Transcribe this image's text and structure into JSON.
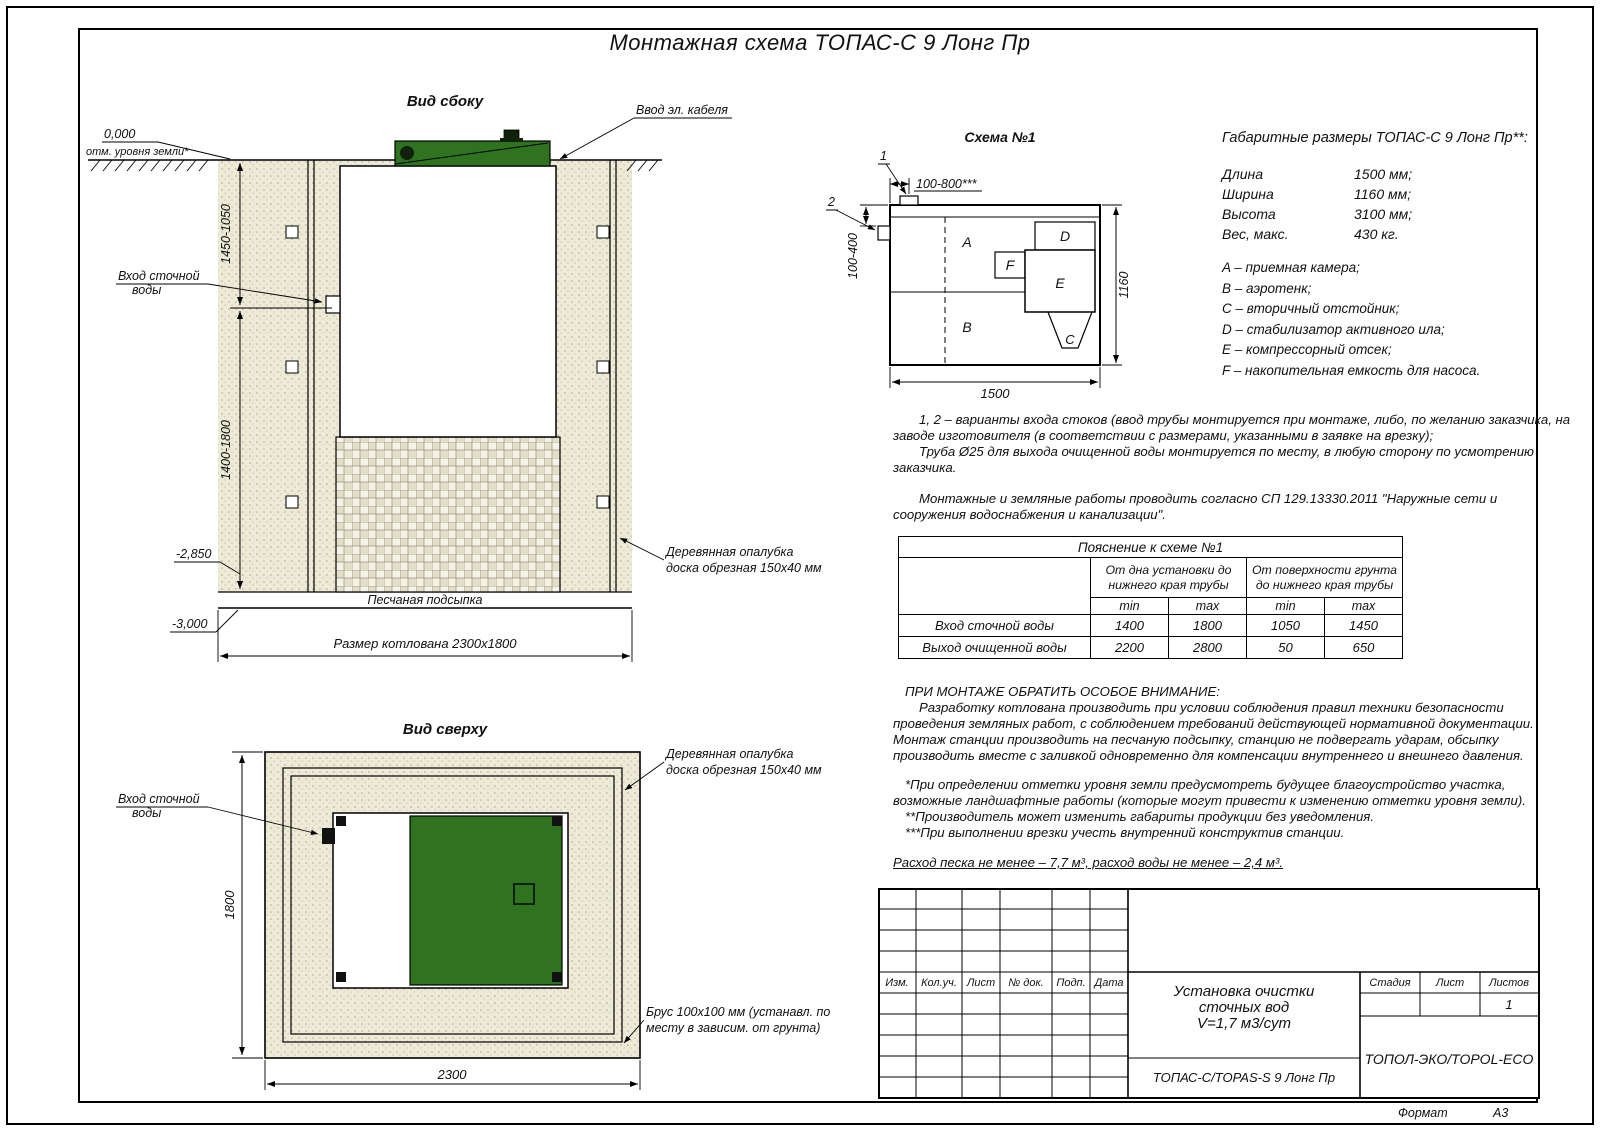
{
  "colors": {
    "lid_green": "#2f7321",
    "soil_bg": "#edead8",
    "line": "#000000"
  },
  "title": "Монтажная схема ТОПАС-С 9 Лонг Пр",
  "side_view": {
    "label": "Вид сбоку",
    "cable_label": "Ввод эл. кабеля",
    "zero_mark": "0,000",
    "zero_sub": "отм. уровня земли*",
    "dim_upper": "1450-1050",
    "dim_lower": "1400-1800",
    "inlet_1": "Вход сточной",
    "inlet_2": "воды",
    "mark_2850": "-2,850",
    "mark_3000": "-3,000",
    "sand_label": "Песчаная подсыпка",
    "pit_dim": "Размер котлована 2300х1800",
    "formwork_1": "Деревянная опалубка",
    "formwork_2": "доска обрезная 150х40 мм"
  },
  "top_view": {
    "label": "Вид сверху",
    "formwork_1": "Деревянная опалубка",
    "formwork_2": "доска обрезная 150х40 мм",
    "inlet_1": "Вход сточной",
    "inlet_2": "воды",
    "dim_height": "1800",
    "dim_width": "2300",
    "timber_1": "Брус 100х100 мм (устанавл. по",
    "timber_2": "месту в зависим. от грунта)"
  },
  "scheme": {
    "label": "Схема №1",
    "marker_1": "1",
    "marker_2": "2",
    "dim_top": "100-800***",
    "dim_left": "100-400",
    "dim_width": "1500",
    "dim_height": "1160",
    "comp_a": "A",
    "comp_b": "B",
    "comp_c": "C",
    "comp_d": "D",
    "comp_e": "E",
    "comp_f": "F"
  },
  "dimensions": {
    "title": "Габаритные размеры ТОПАС-С 9 Лонг Пр**:",
    "rows": [
      {
        "name": "Длина",
        "value": "1500 мм;"
      },
      {
        "name": "Ширина",
        "value": "1160 мм;"
      },
      {
        "name": "Высота",
        "value": "3100 мм;"
      },
      {
        "name": "Вес, макс.",
        "value": "430 кг."
      }
    ]
  },
  "legend": [
    "A – приемная камера;",
    "B – аэротенк;",
    "C – вторичный отстойник;",
    "D – стабилизатор активного ила;",
    "E – компрессорный отсек;",
    "F – накопительная емкость для насоса."
  ],
  "notes": {
    "p1": "1, 2 – варианты входа  стоков (ввод трубы монтируется при монтаже, либо, по желанию заказчика, на заводе изготовителя (в соответствии с размерами, указанными в заявке на врезку);",
    "p2": "Труба Ø25 для выхода очищенной воды монтируется по месту, в любую сторону по усмотрению заказчика.",
    "p3": "Монтажные и земляные работы проводить согласно СП 129.13330.2011 \"Наружные сети и сооружения водоснабжения и канализации\"."
  },
  "table": {
    "title": "Пояснение к схеме №1",
    "group1": "От дна установки до нижнего края трубы",
    "group2": "От поверхности грунта до нижнего края трубы",
    "min1": "min",
    "max1": "max",
    "min2": "min",
    "max2": "max",
    "rows": [
      {
        "name": "Вход сточной воды",
        "v": [
          "1400",
          "1800",
          "1050",
          "1450"
        ]
      },
      {
        "name": "Выход очищенной воды",
        "v": [
          "2200",
          "2800",
          "50",
          "650"
        ]
      }
    ]
  },
  "warning": {
    "title": "ПРИ МОНТАЖЕ ОБРАТИТЬ ОСОБОЕ ВНИМАНИЕ:",
    "body": "Разработку котлована производить при условии соблюдения правил техники безопасности проведения земляных работ, с соблюдением требований действующей нормативной документации. Монтаж станции производить на песчаную подсыпку, станцию не подвергать ударам, обсыпку производить вместе с заливкой одновременно для компенсации внутреннего и внешнего давления.",
    "fn1": "*При определении отметки уровня земли предусмотреть будущее благоустройство участка, возможные ландшафтные работы (которые могут привести к изменению отметки уровня земли).",
    "fn2": "**Производитель может изменить габариты продукции без уведомления.",
    "fn3": "***При выполнении врезки учесть внутренний конструктив станции.",
    "consumption": "Расход песка не менее – 7,7 м³, расход воды не менее – 2,4 м³."
  },
  "title_block": {
    "headers": [
      "Изм.",
      "Кол.уч.",
      "Лист",
      "№ док.",
      "Подп.",
      "Дата"
    ],
    "doc_1": "Установка очистки",
    "doc_2": "сточных вод",
    "doc_3": "V=1,7 м3/сут",
    "stage_label": "Стадия",
    "sheet_label": "Лист",
    "sheets_label": "Листов",
    "sheets_value": "1",
    "model": "ТОПАС-С/TOPAS-S 9 Лонг Пр",
    "company": "ТОПОЛ-ЭКО/TOPOL-ECO",
    "format_label": "Формат",
    "format_value": "А3"
  }
}
